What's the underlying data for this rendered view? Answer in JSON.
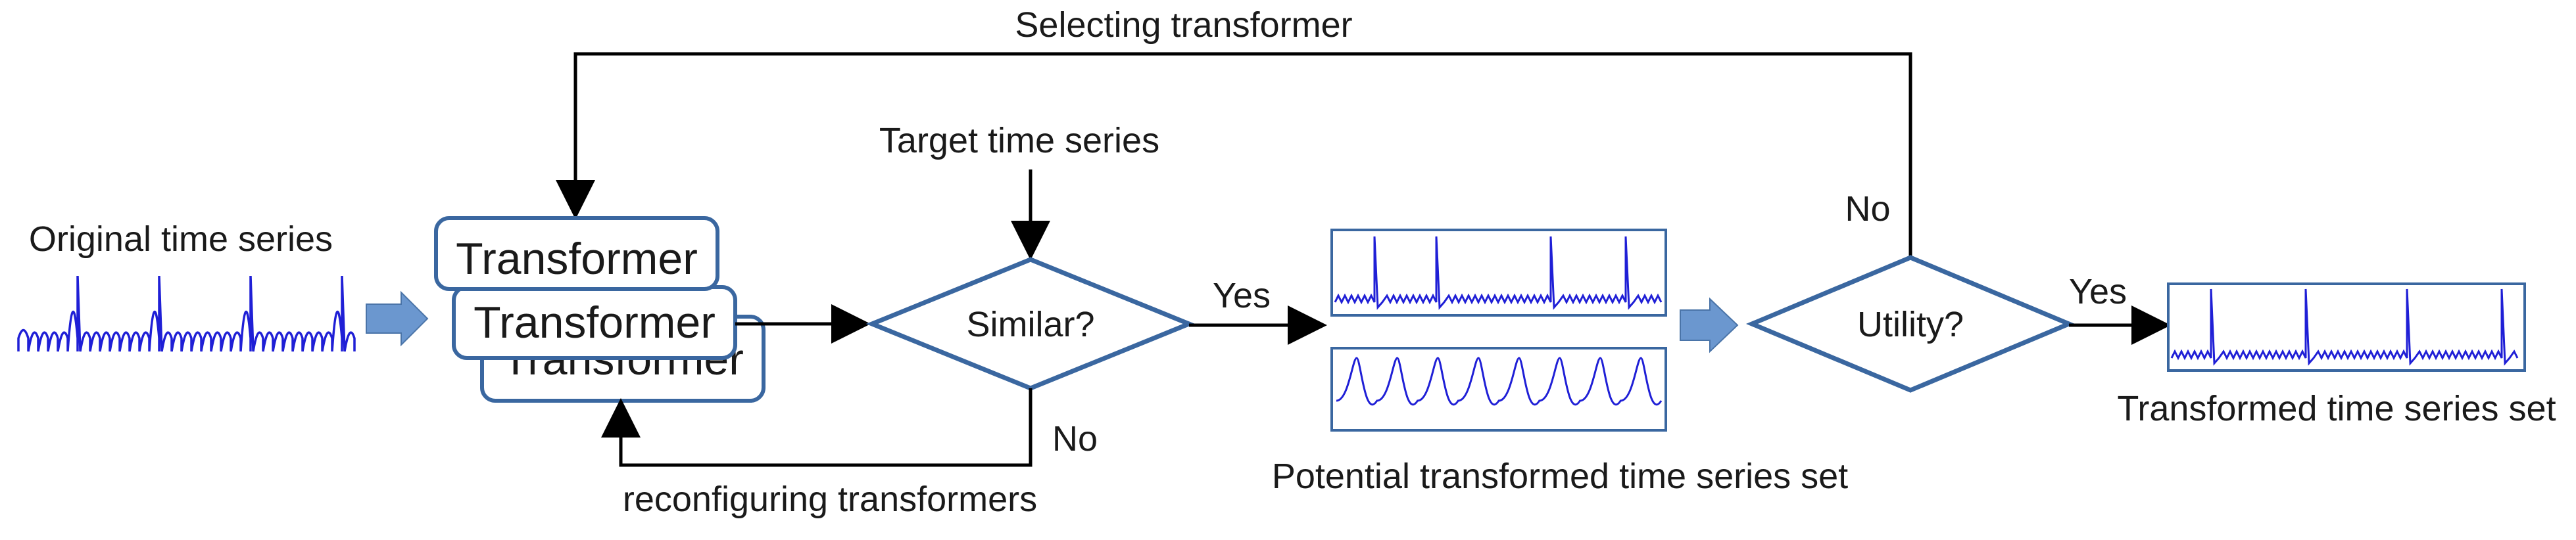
{
  "labels": {
    "selecting": "Selecting transformer",
    "target": "Target time series",
    "original": "Original time series",
    "transformer": "Transformer",
    "similar": "Similar?",
    "utility": "Utility?",
    "yes": "Yes",
    "no": "No",
    "reconfiguring": "reconfiguring transformers",
    "potential": "Potential transformed time series set",
    "transformed": "Transformed time series set"
  },
  "colors": {
    "box_stroke": "#3a67a0",
    "signal": "#1f1fd6",
    "block_arrow": "#6b97cf",
    "line": "#000000"
  }
}
